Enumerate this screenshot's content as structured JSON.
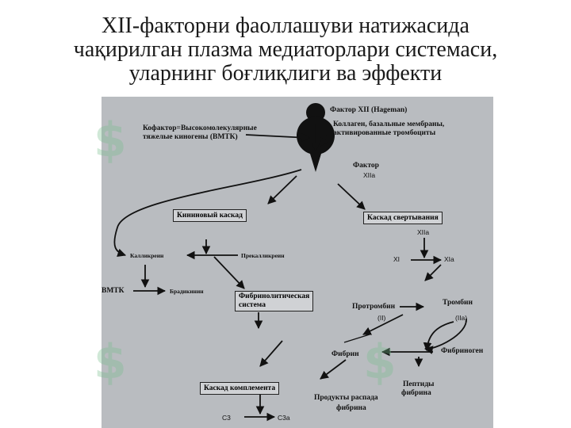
{
  "title": {
    "line1": "XII-факторни фаоллашуви натижасида",
    "line2": "чақирилган плазма  медиаторлари системаси,",
    "line3": "уларнинг боғлиқлиги ва эффекти"
  },
  "diagram": {
    "factor_xii": "Фактор XII (Hageman)",
    "collagen": "Коллаген, базальные мембраны,",
    "collagen2": "активированные тромбоциты",
    "cofactor": "Кофактор=Высокомолекулярные",
    "cofactor2": "тяжелые киногены (ВМТК)",
    "factor_xiia": "Фактор",
    "factor_xiia2": "XIIa",
    "kinin_cascade": "Кининовый каскад",
    "coag_cascade": "Каскад свертывания",
    "xiia": "XIIa",
    "xi": "XI",
    "xia": "XIa",
    "kallikrein": "Калликреин",
    "prekallikrein": "Прекалликреин",
    "vmtk": "ВМТК",
    "bradykinin": "Брадикинин",
    "fibrinolytic": "Фибринолитическая",
    "fibrinolytic2": "система",
    "prothrombin": "Протромбин",
    "prothrombin_code": "(II)",
    "thrombin": "Тромбин",
    "thrombin_code": "(IIa)",
    "fibrin": "Фибрин",
    "fibrinogen": "Фибриноген",
    "peptides": "Пептиды",
    "peptides2": "фибрина",
    "complement": "Каскад комплемента",
    "degradation": "Продукты распада",
    "degradation2": "фибрина",
    "c3": "C3",
    "c3a": "C3a"
  }
}
